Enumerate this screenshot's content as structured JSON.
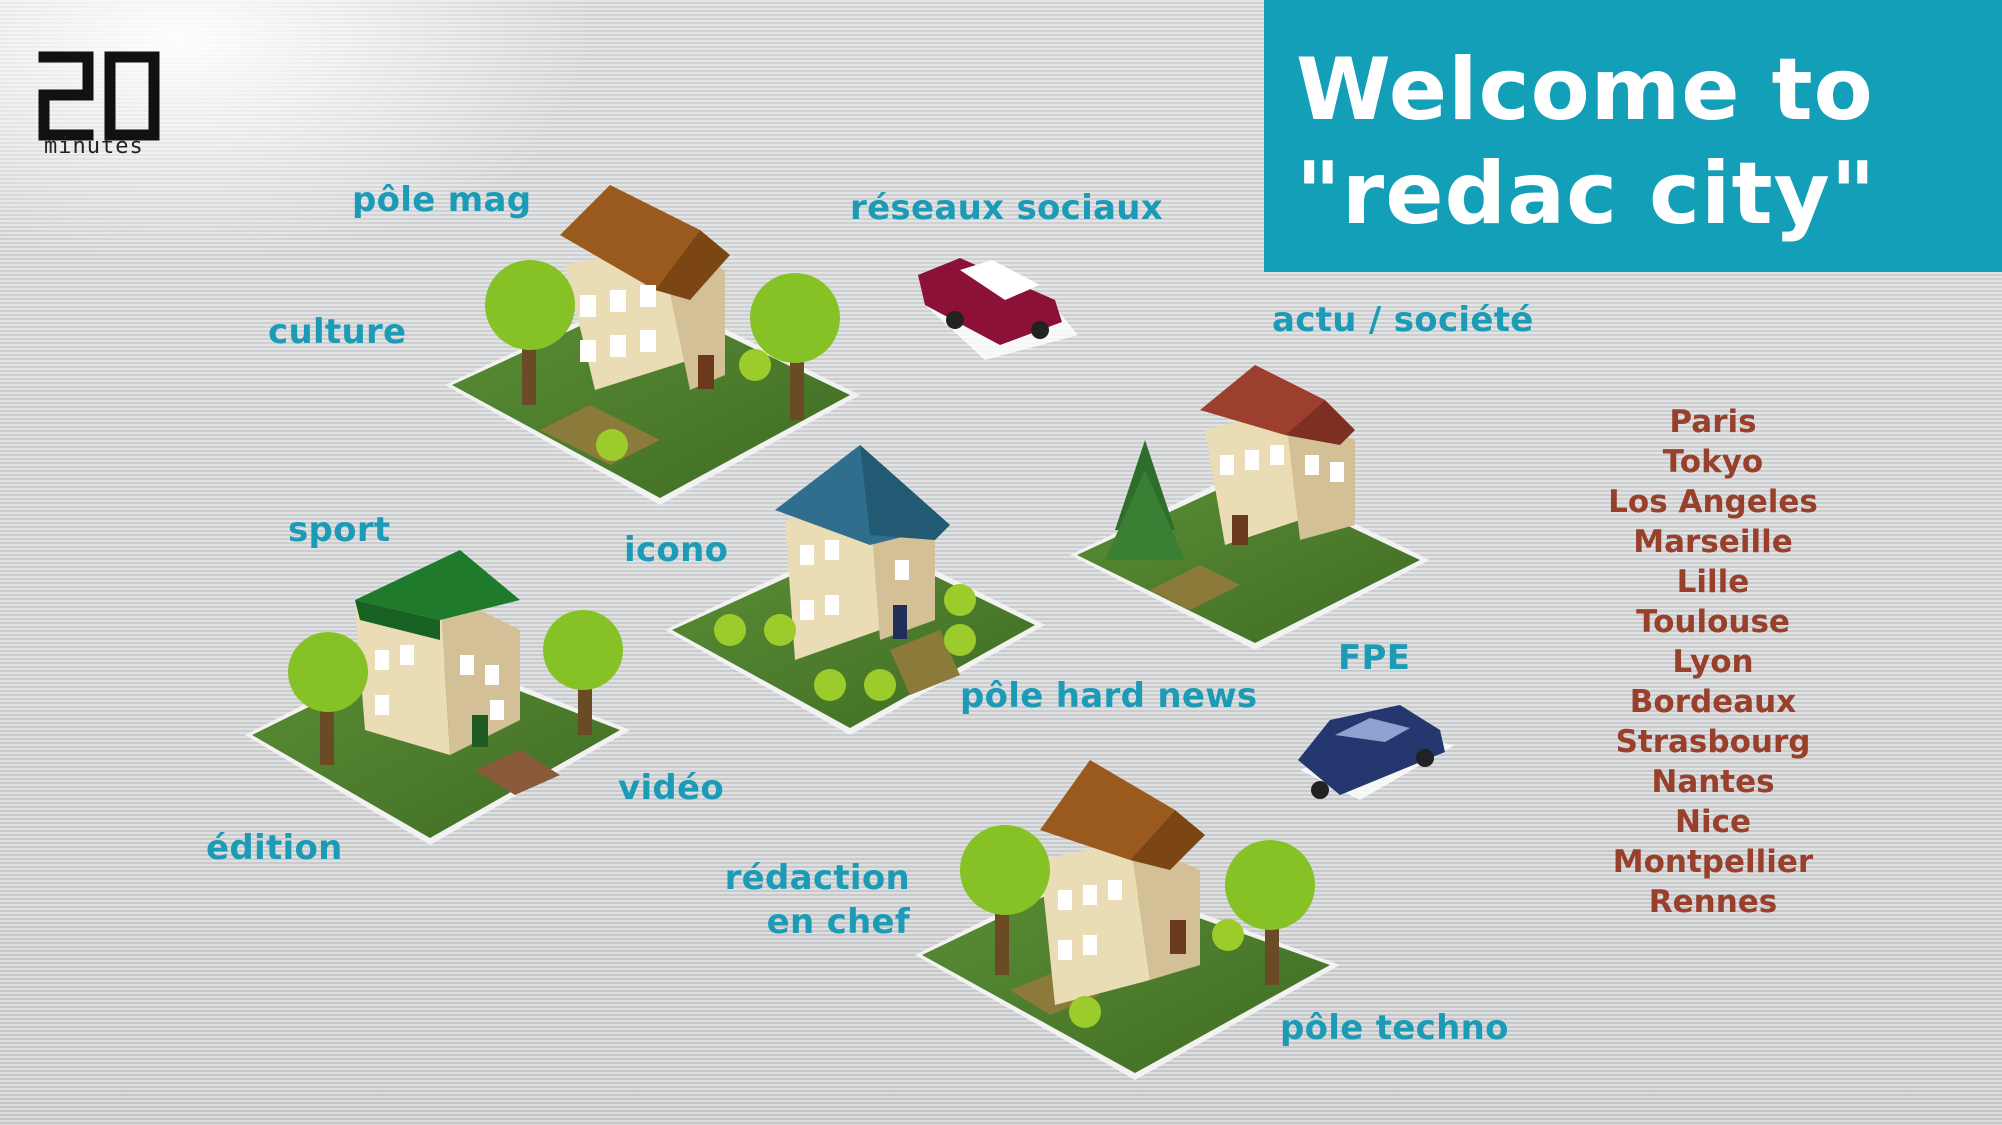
{
  "logo": {
    "number": "20",
    "text": "minutes"
  },
  "title": {
    "line1": "Welcome to",
    "line2": "\"redac city\""
  },
  "labels": {
    "pole_mag": "pôle mag",
    "culture": "culture",
    "reseaux_sociaux": "réseaux sociaux",
    "actu_societe": "actu / société",
    "sport": "sport",
    "icono": "icono",
    "pole_hard_news": "pôle hard news",
    "fpe": "FPE",
    "video": "vidéo",
    "edition": "édition",
    "redaction_en_chef_1": "rédaction",
    "redaction_en_chef_2": "en chef",
    "pole_techno": "pôle techno"
  },
  "cities": [
    "Paris",
    "Tokyo",
    "Los Angeles",
    "Marseille",
    "Lille",
    "Toulouse",
    "Lyon",
    "Bordeaux",
    "Strasbourg",
    "Nantes",
    "Nice",
    "Montpellier",
    "Rennes"
  ],
  "colors": {
    "accent": "#139fb8",
    "label": "#1b9bb5",
    "city": "#98402b",
    "grass": "#4a7b2b"
  }
}
